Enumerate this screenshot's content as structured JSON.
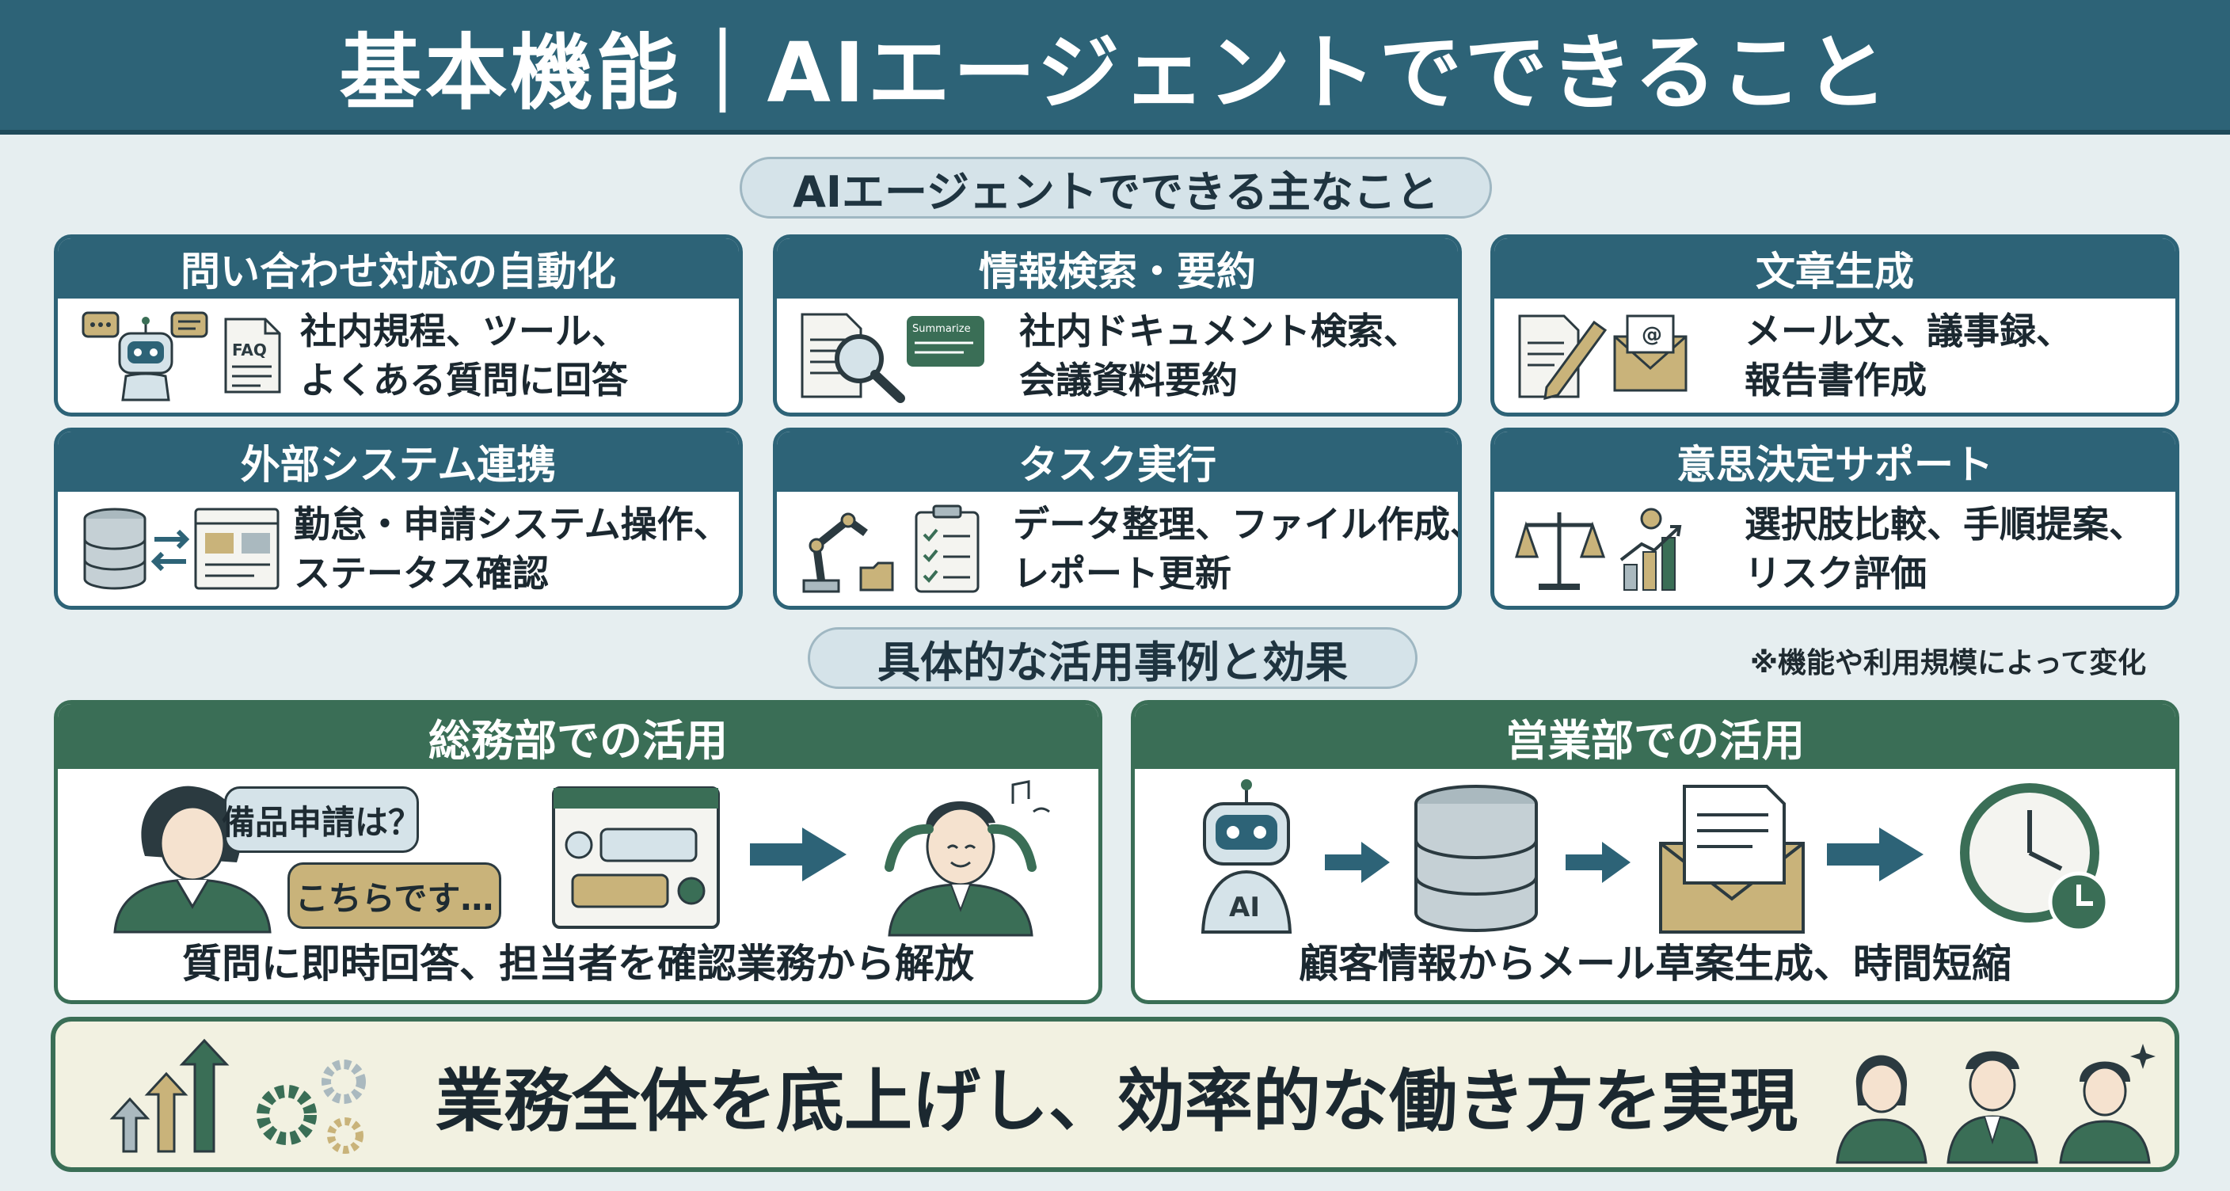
{
  "header": {
    "title": "基本機能｜AIエージェントでできること"
  },
  "main_section": {
    "label": "AIエージェントでできる主なこと"
  },
  "feature_cards": [
    {
      "title": "問い合わせ対応の自動化",
      "text_line1": "社内規程、ツール、",
      "text_line2": "よくある質問に回答",
      "faq_label": "FAQ"
    },
    {
      "title": "情報検索・要約",
      "text_line1": "社内ドキュメント検索、",
      "text_line2": "会議資料要約",
      "summarize_label": "Summarize"
    },
    {
      "title": "文章生成",
      "text_line1": "メール文、議事録、",
      "text_line2": "報告書作成",
      "at_label": "@"
    },
    {
      "title": "外部システム連携",
      "text_line1": "勤怠・申請システム操作、",
      "text_line2": "ステータス確認"
    },
    {
      "title": "タスク実行",
      "text_line1": "データ整理、ファイル作成、",
      "text_line2": "レポート更新"
    },
    {
      "title": "意思決定サポート",
      "text_line1": "選択肢比較、手順提案、",
      "text_line2": "リスク評価"
    }
  ],
  "cases_section": {
    "label": "具体的な活用事例と効果",
    "note": "※機能や利用規模によって変化"
  },
  "cases": [
    {
      "title": "総務部での活用",
      "bubble_question": "備品申請は？",
      "bubble_answer": "こちらです…",
      "caption": "質問に即時回答、担当者を確認業務から解放"
    },
    {
      "title": "営業部での活用",
      "robot_label": "AI",
      "caption": "顧客情報からメール草案生成、時間短縮"
    }
  ],
  "banner": {
    "message": "業務全体を底上げし、効率的な働き方を実現"
  },
  "colors": {
    "header": "#2d6377",
    "card_border": "#2d6377",
    "case_green": "#3a6e56",
    "accent_tan": "#c9b37a",
    "background": "#e6eef0"
  }
}
